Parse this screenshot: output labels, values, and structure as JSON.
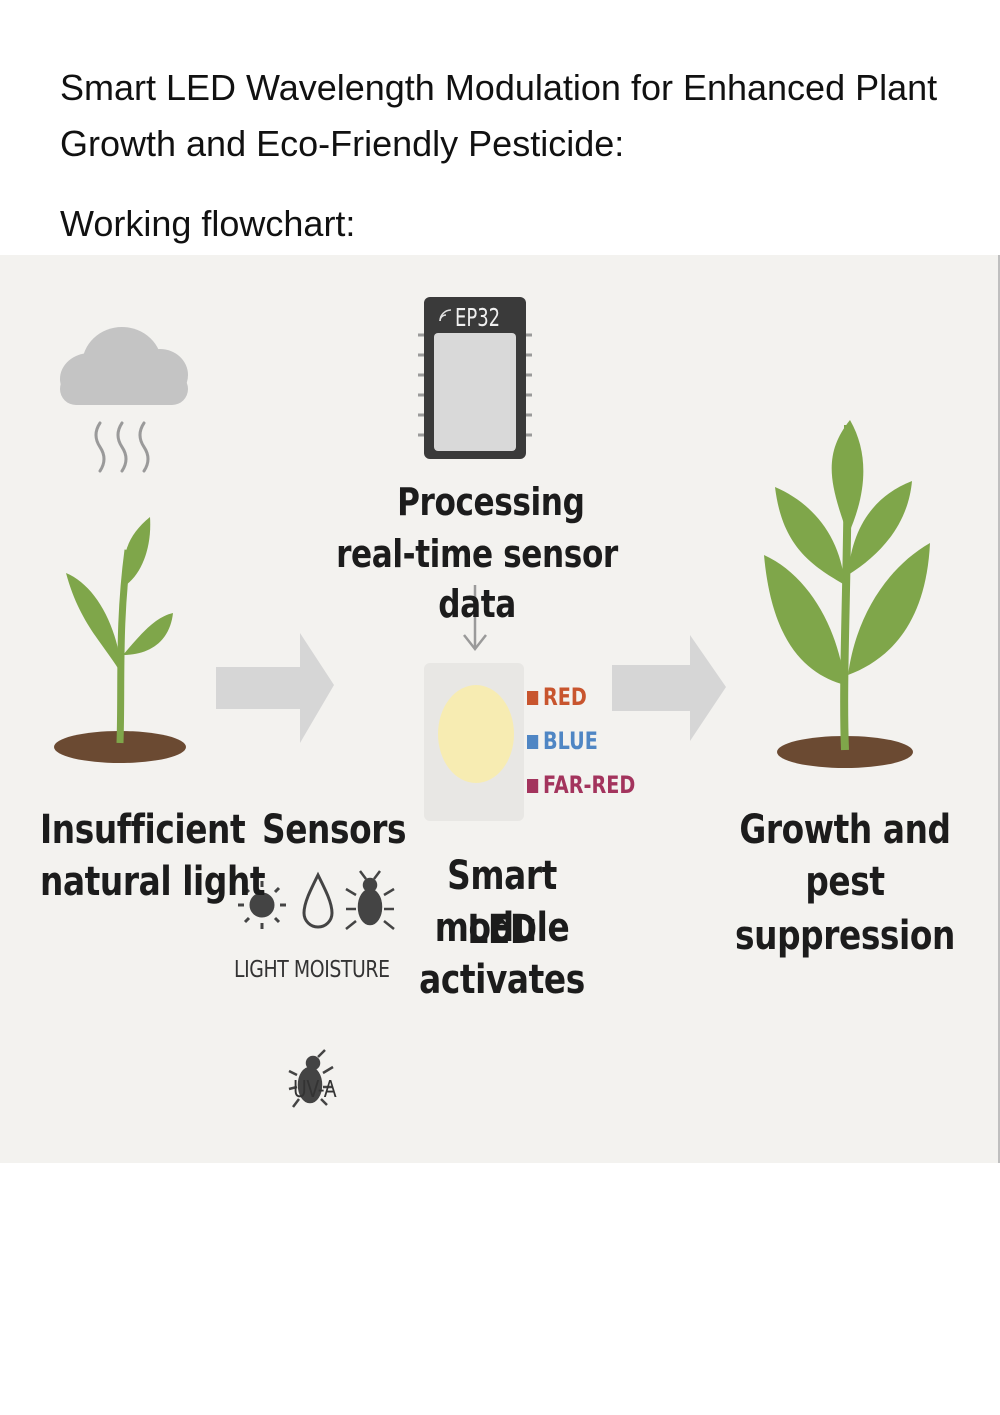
{
  "title": "Smart LED Wavelength Modulation for Enhanced Plant Growth and Eco-Friendly Pesticide:",
  "subtitle": "Working flowchart:",
  "diagram": {
    "chip_label": "EP32",
    "processing": {
      "line1": "Processing",
      "line2": "real-time sensor  data"
    },
    "insufficient": {
      "line1": "Insufficient",
      "line2": "natural light"
    },
    "sensors": {
      "title": "Sensors",
      "label_light_moisture": "LIGHT MOISTURE",
      "label_uva": "UV-A"
    },
    "smart_led": {
      "line1": "Smart LED",
      "line2": "module",
      "line3": "activates"
    },
    "wavelengths": [
      {
        "label": "RED",
        "color": "#c8552e"
      },
      {
        "label": "BLUE",
        "color": "#4f86c4"
      },
      {
        "label": "FAR-RED",
        "color": "#a3345d"
      }
    ],
    "growth": {
      "line1": "Growth and",
      "line2": "pest suppression"
    },
    "colors": {
      "leaf": "#7fa64a",
      "soil": "#6b4a32",
      "arrow": "#d6d6d6",
      "cloud": "#c4c4c4",
      "chip": "#3a3a3a"
    }
  }
}
